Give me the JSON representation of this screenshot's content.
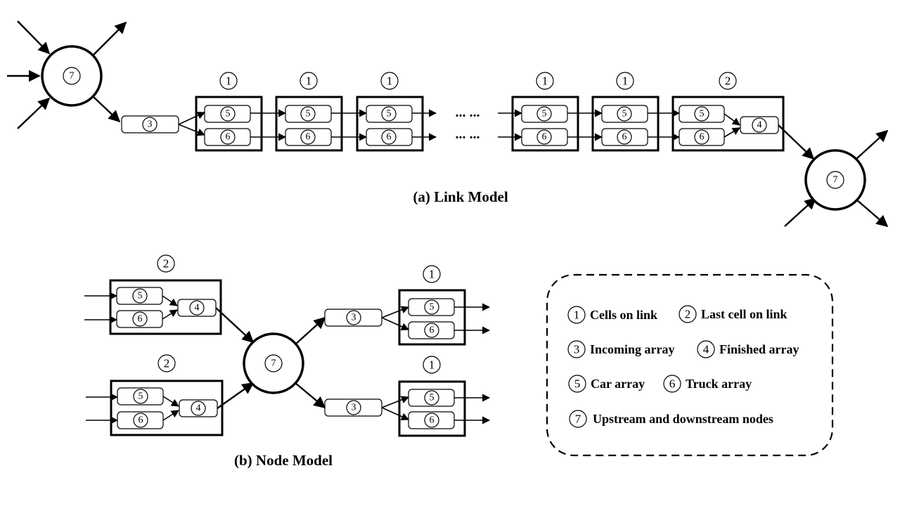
{
  "labels": {
    "n1": "1",
    "n2": "2",
    "n3": "3",
    "n4": "4",
    "n5": "5",
    "n6": "6",
    "n7": "7"
  },
  "captions": {
    "link_model": "(a) Link Model",
    "node_model": "(b) Node Model"
  },
  "ellipsis": "... ...",
  "legend": {
    "cells_on_link": "Cells on link",
    "last_cell_on_link": "Last cell on link",
    "incoming_array": "Incoming array",
    "finished_array": "Finished array",
    "car_array": "Car array",
    "truck_array": "Truck  array",
    "nodes": "Upstream  and  downstream  nodes"
  }
}
